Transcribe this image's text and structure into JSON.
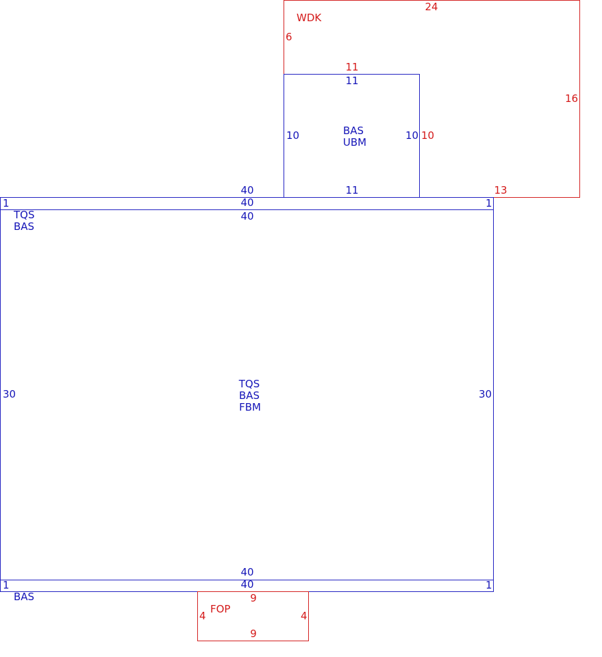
{
  "colors": {
    "blue": "#1515b8",
    "red": "#d41a1a"
  },
  "labels": {
    "wdk_name": "WDK",
    "wdk_top": "24",
    "wdk_left": "6",
    "wdk_right": "16",
    "wdk_inner_top": "11",
    "wdk_inner_right": "10",
    "wdk_bottom": "13",
    "ubm_top": "11",
    "ubm_left": "10",
    "ubm_right": "10",
    "ubm_bottom": "11",
    "ubm_name_1": "BAS",
    "ubm_name_2": "UBM",
    "strip_top_top": "40",
    "strip_top_mid": "40",
    "strip_top_left": "1",
    "strip_top_right": "1",
    "strip_top_name_1": "TQS",
    "strip_top_name_2": "BAS",
    "main_top": "40",
    "main_left": "30",
    "main_right": "30",
    "main_bottom": "40",
    "main_name_1": "TQS",
    "main_name_2": "BAS",
    "main_name_3": "FBM",
    "strip_bottom_mid": "40",
    "strip_bottom_left": "1",
    "strip_bottom_right": "1",
    "strip_bottom_name": "BAS",
    "fop_name": "FOP",
    "fop_top": "9",
    "fop_left": "4",
    "fop_right": "4",
    "fop_bottom": "9"
  }
}
